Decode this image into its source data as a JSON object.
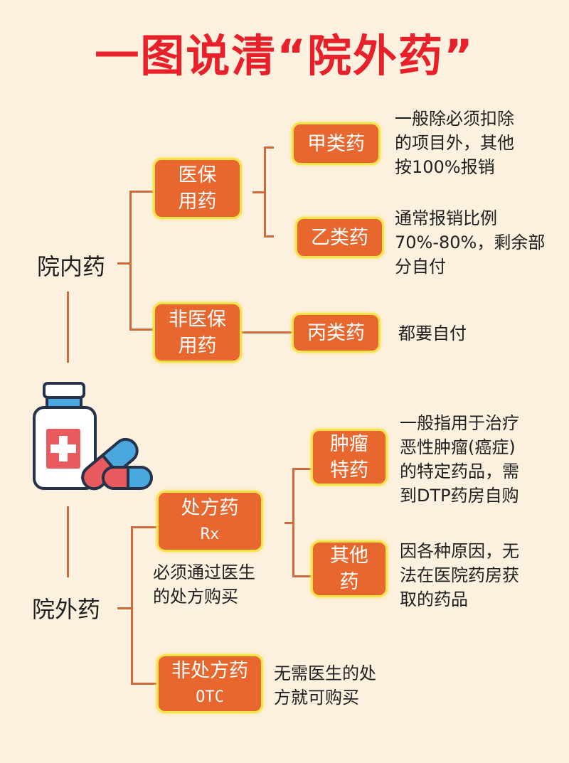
{
  "title": "一图说清“院外药”",
  "inner": {
    "label": "院内药",
    "insured": {
      "line1": "医保",
      "line2": "用药",
      "classA": {
        "label": "甲类药",
        "desc": [
          "一般除必须扣除",
          "的项目外，其他",
          "按100%报销"
        ]
      },
      "classB": {
        "label": "乙类药",
        "desc": [
          "通常报销比例",
          "70%-80%，剩余部",
          "分自付"
        ]
      }
    },
    "uninsured": {
      "line1": "非医保",
      "line2": "用药",
      "classC": {
        "label": "丙类药",
        "desc": [
          "都要自付"
        ]
      }
    }
  },
  "outer": {
    "label": "院外药",
    "rx": {
      "line1": "处方药",
      "line2": "Rx",
      "note": [
        "必须通过医生",
        "的处方购买"
      ],
      "tumor": {
        "line1": "肿瘤",
        "line2": "特药",
        "desc": [
          "一般指用于治疗",
          "恶性肿瘤(癌症)",
          "的特定药品，需",
          "到DTP药房自购"
        ]
      },
      "other": {
        "line1": "其他",
        "line2": "药",
        "desc": [
          "因各种原因，无",
          "法在医院药房获",
          "取的药品"
        ]
      }
    },
    "otc": {
      "line1": "非处方药",
      "line2": "OTC",
      "desc": [
        "无需医生的处",
        "方就可购买"
      ]
    }
  },
  "icon": "medicine-bottle-and-pills-icon"
}
